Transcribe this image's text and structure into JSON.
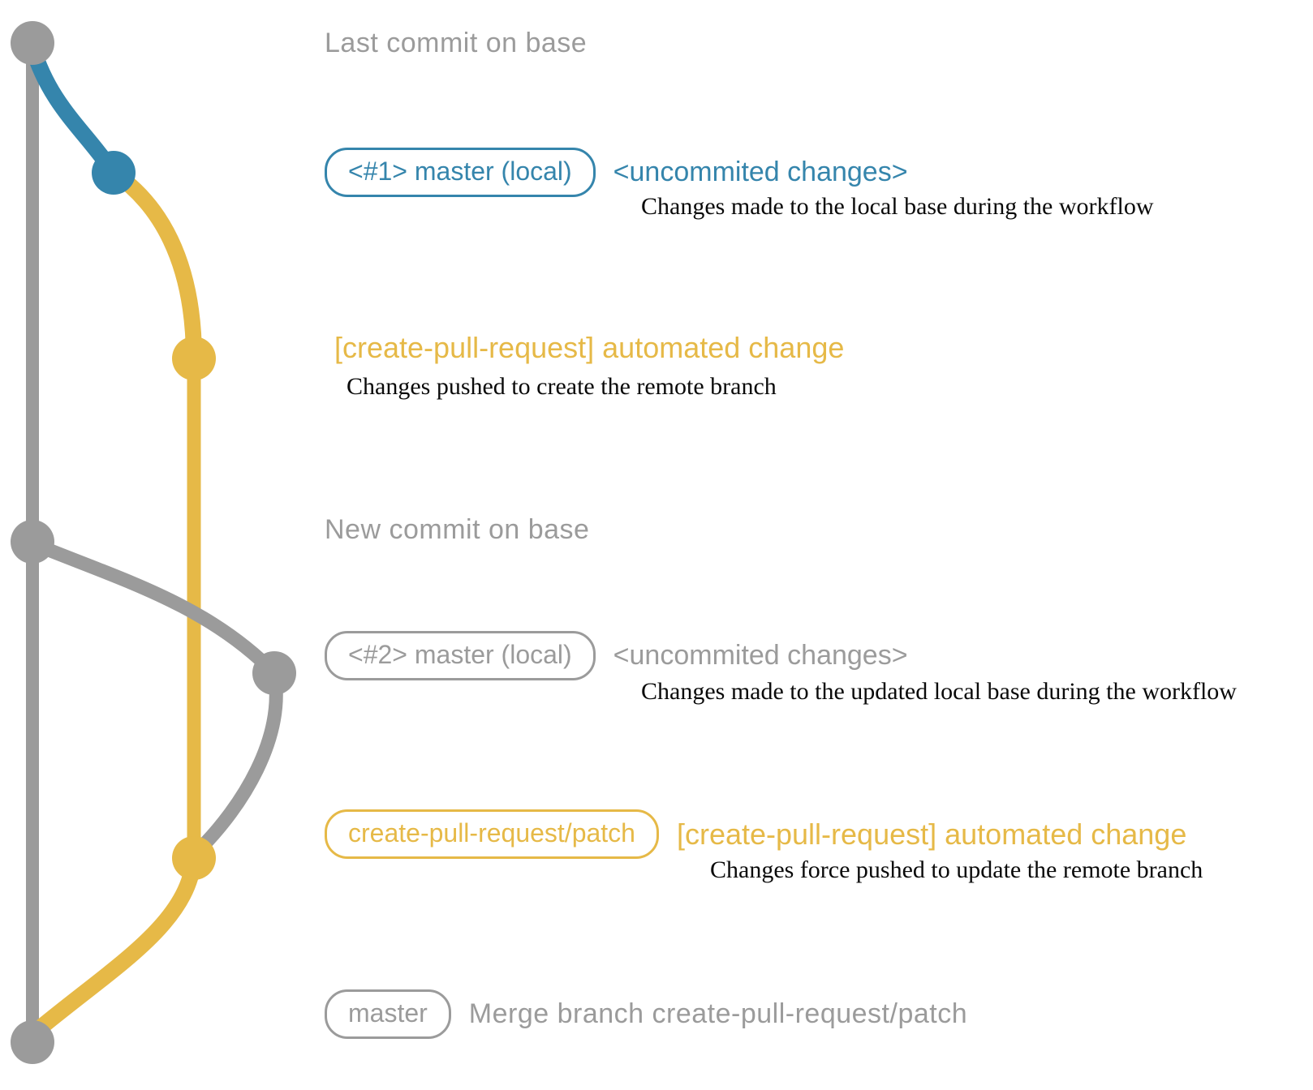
{
  "colors": {
    "gray": "#9b9b9b",
    "blue": "#3585ac",
    "yellow": "#e6b947",
    "black": "#0a0a0a"
  },
  "graph": {
    "base_branch": "base",
    "dots": [
      "last-commit-on-base",
      "local-commit-1",
      "remote-patch-commit-1",
      "new-commit-on-base",
      "local-commit-2",
      "remote-patch-commit-2",
      "merge-commit"
    ]
  },
  "rows": {
    "last_commit": {
      "label": "Last commit on base"
    },
    "commit1": {
      "branch_label": "<#1> master (local)",
      "headline": "<uncommited changes>",
      "description": "Changes made to the local base during the workflow"
    },
    "push1": {
      "headline": "[create-pull-request] automated change",
      "description": "Changes pushed to create the remote branch"
    },
    "new_commit": {
      "label": "New commit on base"
    },
    "commit2": {
      "branch_label": "<#2> master (local)",
      "headline": "<uncommited changes>",
      "description": "Changes made to the updated local base during the workflow"
    },
    "push2": {
      "branch_label": "create-pull-request/patch",
      "headline": "[create-pull-request] automated change",
      "description": "Changes force pushed to update the remote branch"
    },
    "merge": {
      "branch_label": "master",
      "description": "Merge branch create-pull-request/patch"
    }
  }
}
